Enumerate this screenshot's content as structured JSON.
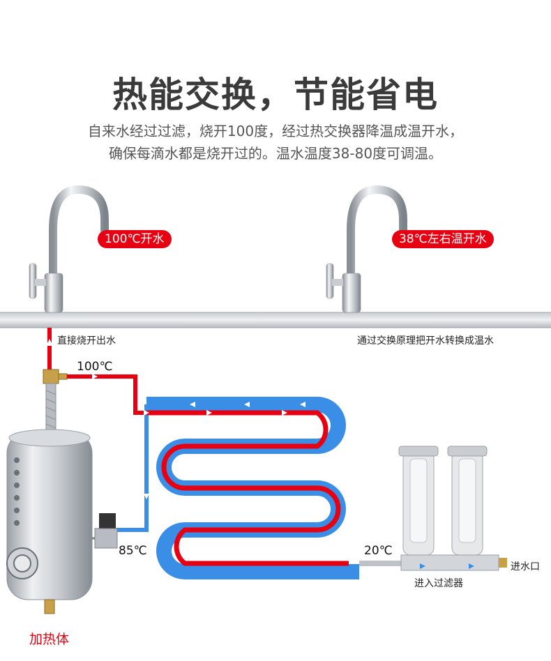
{
  "header": {
    "title": "热能交换，节能省电",
    "subtitle_line1": "自来水经过过滤，烧开100度，经过热交换器降温成温开水，",
    "subtitle_line2": "确保每滴水都是烧开过的。温水温度38-80度可调温。"
  },
  "faucets": {
    "hot_label": "100℃开水",
    "warm_label": "38℃左右温开水"
  },
  "annotations": {
    "direct_outlet": "直接烧开出水",
    "exchange_principle": "通过交换原理把开水转换成温水",
    "temp_100": "100℃",
    "temp_85": "85℃",
    "temp_20": "20℃",
    "water_inlet": "进水口",
    "into_filter": "进入过滤器",
    "heater": "加热体"
  },
  "colors": {
    "hot_pipe": "#e60012",
    "cold_pipe": "#3a8ee6",
    "label_bg": "#e60012"
  }
}
